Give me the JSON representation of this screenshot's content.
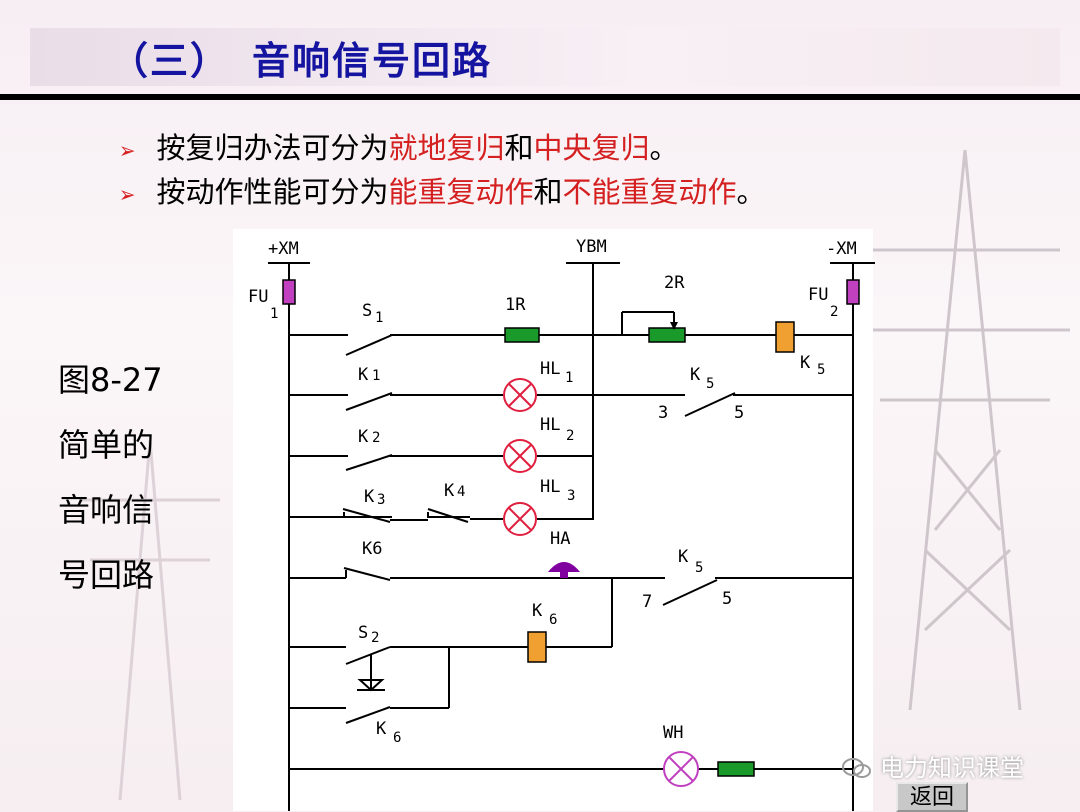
{
  "title": {
    "number": "（三）",
    "text": "音响信号回路"
  },
  "bullets": [
    {
      "prefix": "按复归办法可分为",
      "red1": "就地复归",
      "mid": "和",
      "red2": "中央复归",
      "suffix": "。"
    },
    {
      "prefix": "按动作性能可分为",
      "red1": "能重复动作",
      "mid": "和",
      "red2": "不能重复动作",
      "suffix": "。"
    }
  ],
  "figure_caption": [
    "图8-27",
    "简单的",
    "音响信",
    "号回路"
  ],
  "circuit": {
    "bus_left": "+XM",
    "bus_mid": "YBM",
    "bus_right": "-XM",
    "fuse_left": "FU",
    "fuse_left_sub": "1",
    "fuse_right": "FU",
    "fuse_right_sub": "2",
    "s1": "S",
    "s1_sub": "1",
    "r1": "1R",
    "r2": "2R",
    "k5_coil": "K",
    "k5_coil_sub": "5",
    "k1": "K",
    "k1_sub": "1",
    "hl1": "HL",
    "hl1_sub": "1",
    "k5a": "K",
    "k5a_sub": "5",
    "k5a_pin_left": "3",
    "k5a_pin_right": "5",
    "k2": "K",
    "k2_sub": "2",
    "hl2": "HL",
    "hl2_sub": "2",
    "k3": "K",
    "k3_sub": "3",
    "k4": "K",
    "k4_sub": "4",
    "hl3": "HL",
    "hl3_sub": "3",
    "k6": "K6",
    "ha": "HA",
    "k5b": "K",
    "k5b_sub": "5",
    "k5b_pin_left": "7",
    "k5b_pin_right": "5",
    "k6_coil": "K",
    "k6_coil_sub": "6",
    "s2": "S",
    "s2_sub": "2",
    "k6b": "K",
    "k6b_sub": "6",
    "wh": "WH"
  },
  "watermark": "电力知识课堂",
  "back_button": "返回",
  "colors": {
    "title": "#1414a0",
    "highlight": "#d42020",
    "resistor": "#1a9a2a",
    "coil": "#f0a030",
    "fuse": "#c040c0",
    "lamp": "#e02040",
    "horn": "#8000a0"
  }
}
